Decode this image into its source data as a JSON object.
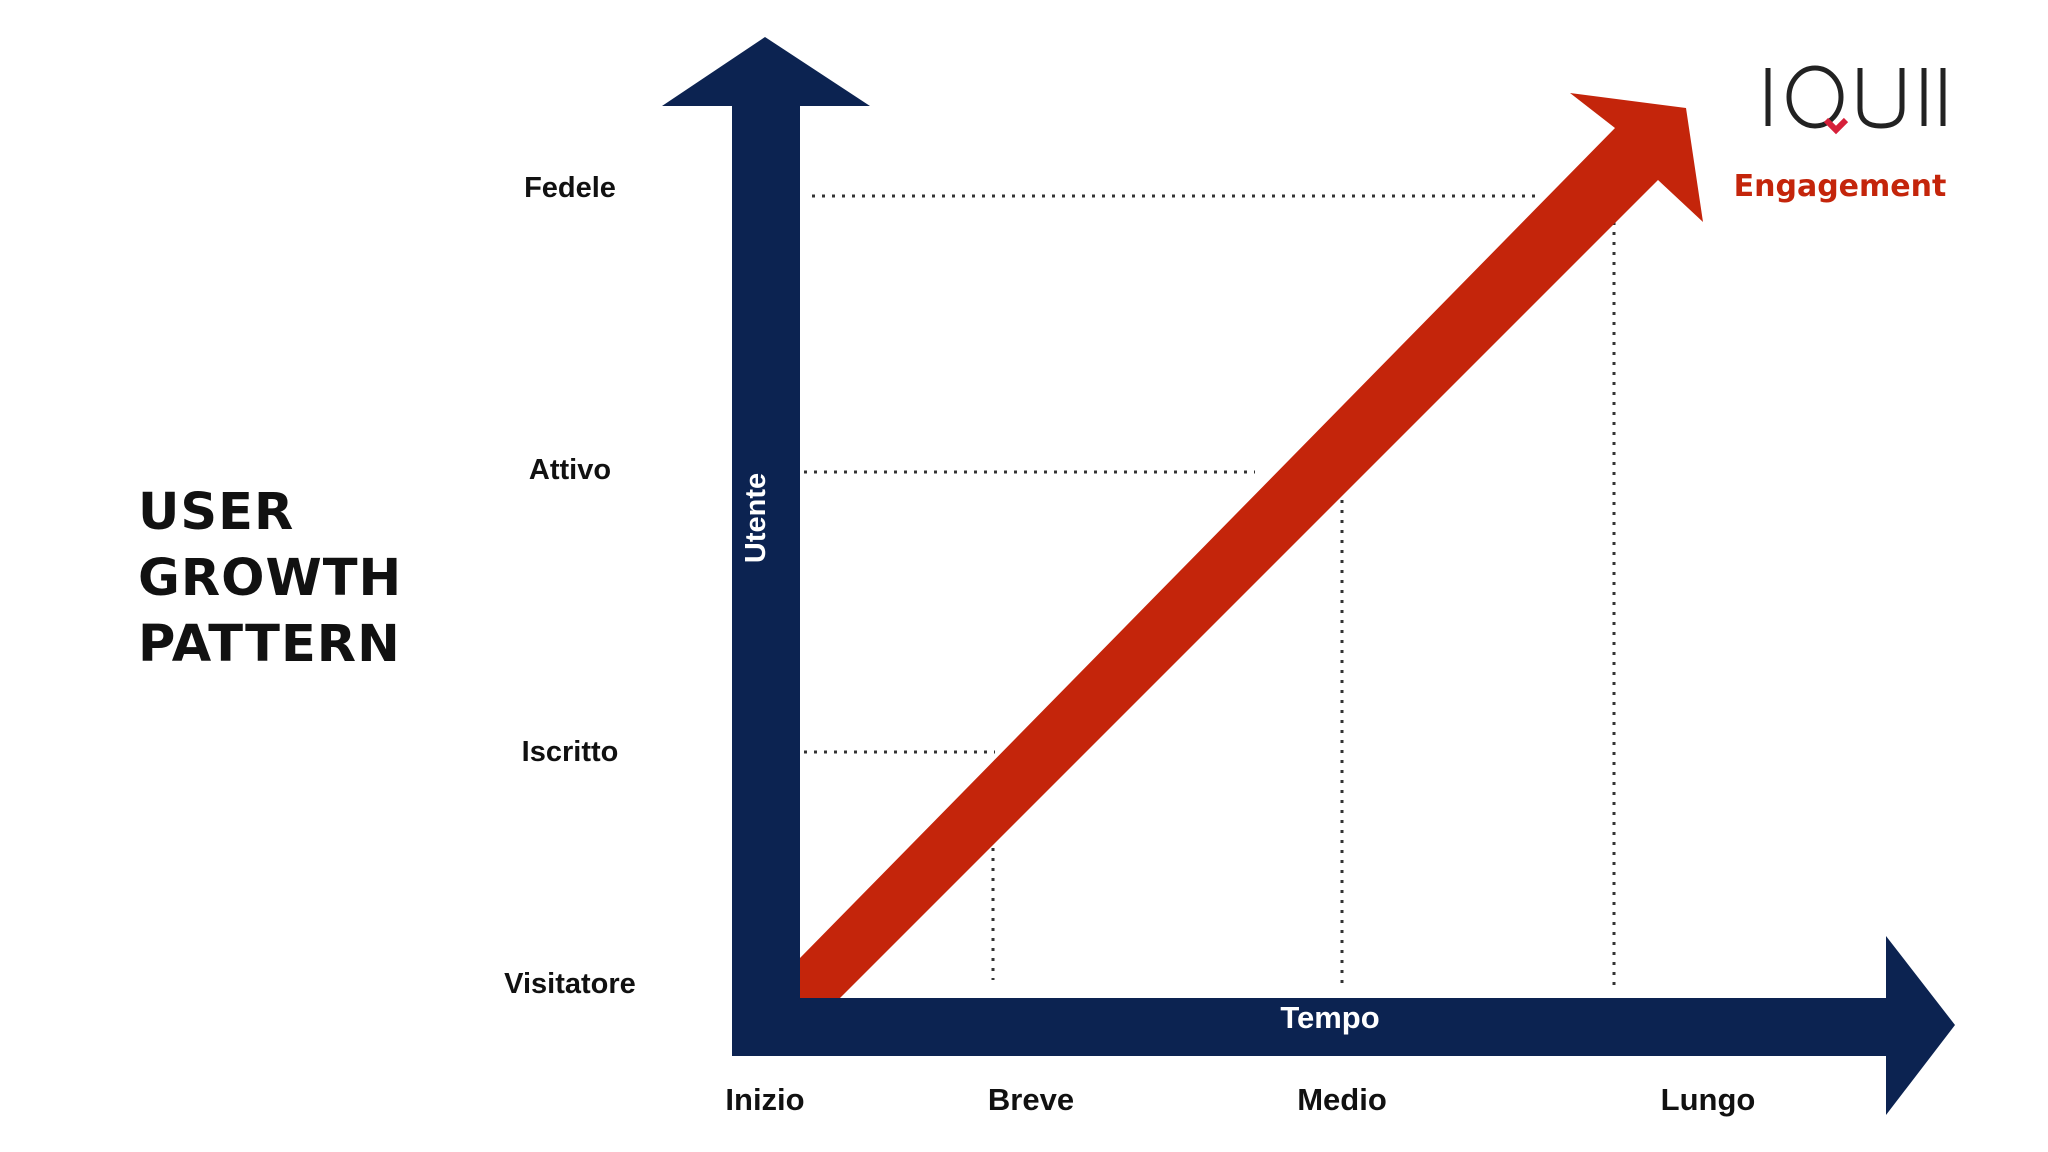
{
  "title_lines": [
    "USER",
    "GROWTH",
    "PATTERN"
  ],
  "brand": {
    "logo_text": "IQUII",
    "logo_color": "#222222",
    "logo_accent_color": "#d6203a"
  },
  "colors": {
    "axis": "#0c2351",
    "growth_arrow": "#c4250b",
    "text": "#111111",
    "guide_lines": "#333333"
  },
  "chart_data": {
    "type": "line",
    "title": "",
    "x_axis_label": "Tempo",
    "y_axis_label": "Utente",
    "x_ticks": [
      "Inizio",
      "Breve",
      "Medio",
      "Lungo"
    ],
    "y_levels": [
      "Visitatore",
      "Iscritto",
      "Attivo",
      "Fedele"
    ],
    "series": [
      {
        "name": "Engagement",
        "points": [
          {
            "x": "Inizio",
            "y": "Visitatore"
          },
          {
            "x": "Breve",
            "y": "Iscritto"
          },
          {
            "x": "Medio",
            "y": "Attivo"
          },
          {
            "x": "Lungo",
            "y": "Fedele"
          }
        ]
      }
    ],
    "grid": "dotted guide lines at each level"
  }
}
